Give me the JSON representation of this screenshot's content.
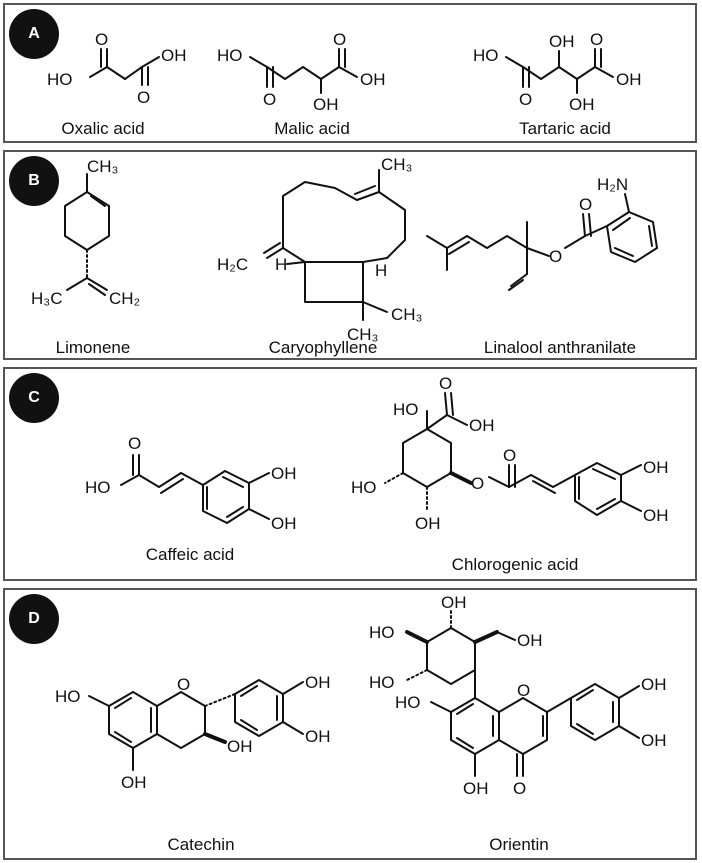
{
  "panels": [
    {
      "badge": "A",
      "compounds": [
        "Oxalic acid",
        "Malic acid",
        "Tartaric acid"
      ]
    },
    {
      "badge": "B",
      "compounds": [
        "Limonene",
        "Caryophyllene",
        "Linalool anthranilate"
      ]
    },
    {
      "badge": "C",
      "compounds": [
        "Caffeic acid",
        "Chlorogenic acid"
      ]
    },
    {
      "badge": "D",
      "compounds": [
        "Catechin",
        "Orientin"
      ]
    }
  ],
  "atom_labels": {
    "ho": "HO",
    "oh": "OH",
    "o": "O",
    "h": "H",
    "h2n": "H₂N",
    "ch3": "CH₃",
    "h3c": "H₃C",
    "ch2": "CH₂",
    "h2c": "H₂C"
  },
  "colors": {
    "border": "#555555",
    "badge": "#111111",
    "ink": "#111111"
  }
}
